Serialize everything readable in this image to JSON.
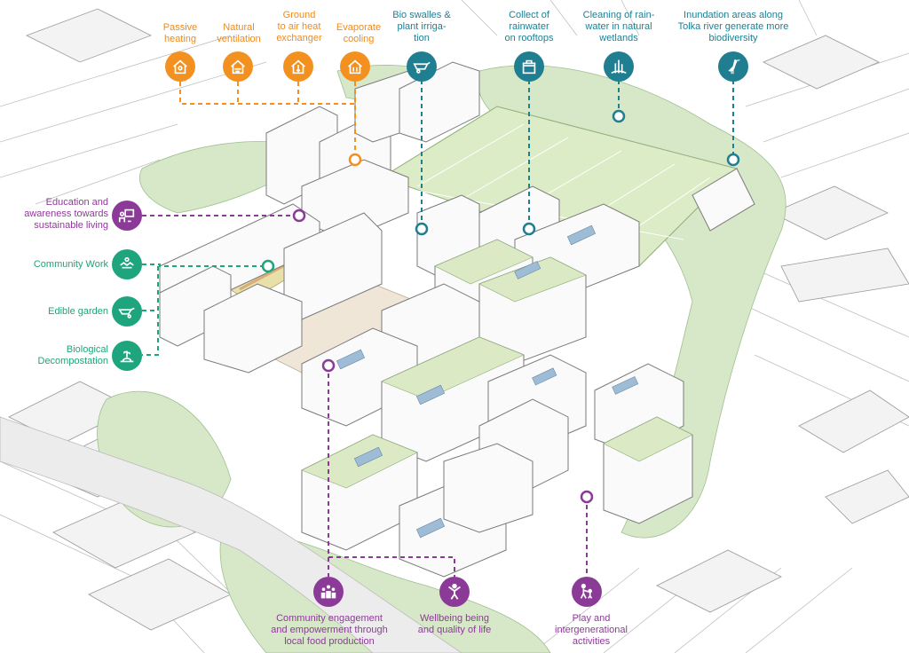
{
  "colors": {
    "orange": "#f39120",
    "blue": "#1f7e90",
    "green": "#1fa57d",
    "purple": "#8b3b97"
  },
  "orange_labels": {
    "passive_heating": "Passive\nheating",
    "natural_ventilation": "Natural\nventilation",
    "ground_heat": "Ground\nto air heat\nexchanger",
    "evaporate_cooling": "Evaporate\ncooling"
  },
  "blue_labels": {
    "bio_swalles": "Bio swalles &\nplant irriga-\ntion",
    "collect_rainwater": "Collect of\nrainwater\non rooftops",
    "cleaning_rainwater": "Cleaning of rain-\nwater in natural\nwetlands",
    "inundation": "Inundation areas along\nTolka river generate more\nbiodiversity"
  },
  "green_labels": {
    "education": "Education and\nawareness towards\nsustainable living",
    "community_work": "Community Work",
    "edible_garden": "Edible garden",
    "biological": "Biological\nDecompostation"
  },
  "purple_labels": {
    "community_engagement": "Community engagement\nand empowerment through\nlocal food production",
    "wellbeing": "Wellbeing being\nand quality of life",
    "play": "Play and\nintergenerational\nactivities"
  },
  "icons": [
    "house-sun-icon",
    "house-wind-icon",
    "house-ground-icon",
    "house-cool-icon",
    "wheelbarrow-water-icon",
    "rooftop-tank-icon",
    "wetland-reed-icon",
    "heron-icon",
    "education-icon",
    "community-work-icon",
    "wheelbarrow-icon",
    "compost-icon",
    "people-group-icon",
    "person-arms-up-icon",
    "family-play-icon"
  ]
}
